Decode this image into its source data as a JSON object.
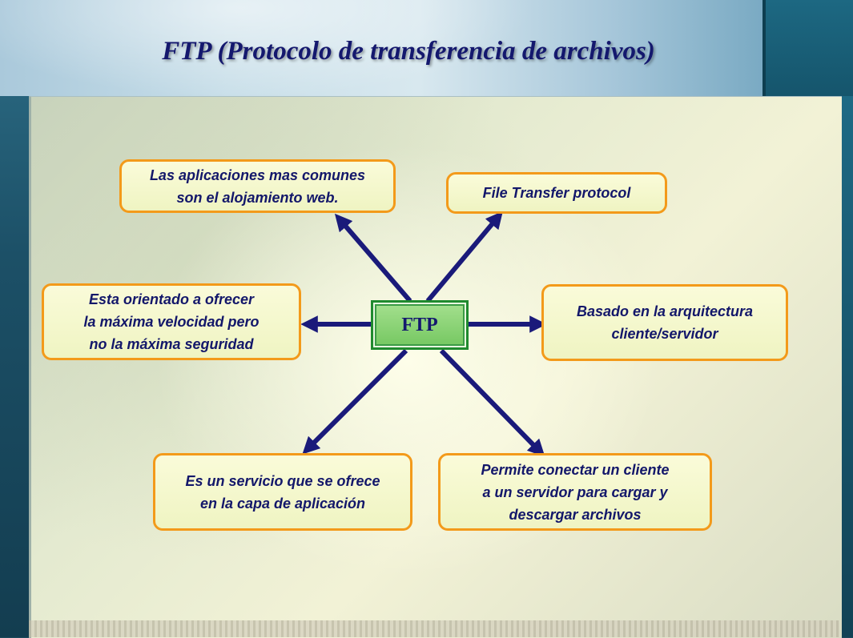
{
  "slide": {
    "title": "FTP (Protocolo de transferencia de archivos)"
  },
  "diagram": {
    "center": "FTP",
    "nodes": {
      "top_left": "Las aplicaciones mas comunes\nson el alojamiento web.",
      "top_right": "File Transfer protocol",
      "middle_left": "Esta orientado a ofrecer\nla máxima velocidad pero\nno la máxima seguridad",
      "middle_right": "Basado en la arquitectura\ncliente/servidor",
      "bottom_left": "Es un servicio que se ofrece\nen la capa de aplicación",
      "bottom_right": "Permite conectar un cliente\na un servidor para cargar y\ndescargar archivos"
    },
    "colors": {
      "box_border": "#f39a1a",
      "box_fill": "#f3f6c8",
      "arrow": "#1a1a7a",
      "center_fill": "#8fd57b",
      "text": "#13176a"
    }
  }
}
